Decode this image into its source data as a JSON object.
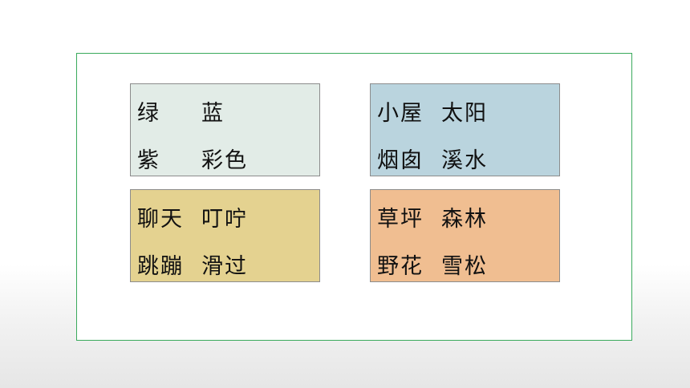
{
  "cards": [
    {
      "id": "colors",
      "bg": "#e2ece7",
      "rows": [
        [
          "绿",
          "蓝"
        ],
        [
          "紫",
          "彩色"
        ]
      ]
    },
    {
      "id": "house",
      "bg": "#bad4de",
      "rows": [
        [
          "小屋",
          "太阳"
        ],
        [
          "烟囱",
          "溪水"
        ]
      ]
    },
    {
      "id": "verbs",
      "bg": "#e4d290",
      "rows": [
        [
          "聊天",
          "叮咛"
        ],
        [
          "跳蹦",
          "滑过"
        ]
      ]
    },
    {
      "id": "nature",
      "bg": "#f0be91",
      "rows": [
        [
          "草坪",
          "森林"
        ],
        [
          "野花",
          "雪松"
        ]
      ]
    }
  ],
  "colors": {
    "frame_border": "#3aaa5c",
    "card_border": "#8c8c8c",
    "text": "#111111"
  }
}
